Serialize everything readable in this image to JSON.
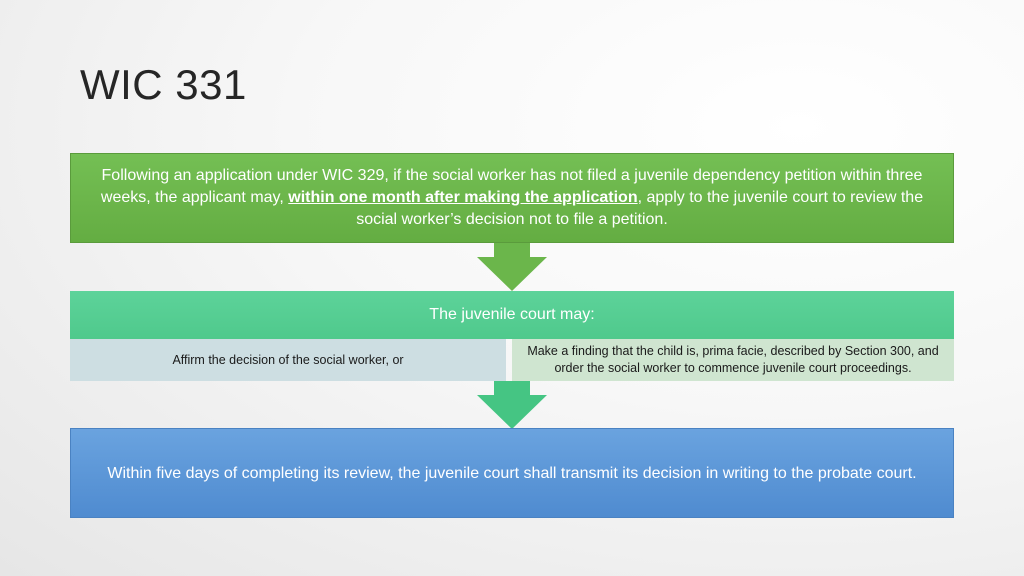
{
  "slide": {
    "title": "WIC 331"
  },
  "top_box": {
    "text_before": "Following an application under WIC 329, if the social worker has not filed a juvenile dependency petition within three weeks, the applicant may, ",
    "text_emphasis": "within one month after making the application",
    "text_after": ", apply to the juvenile court to review the social worker’s decision not to file a petition."
  },
  "middle_box": {
    "heading": "The juvenile court may:",
    "option_left": "Affirm the decision of the social worker, or",
    "option_right": "Make a finding that the child is, prima facie, described by Section 300, and order the social worker to commence juvenile court proceedings."
  },
  "bottom_box": {
    "text": "Within five days of completing its review, the juvenile court shall transmit its decision in writing to the probate court."
  },
  "colors": {
    "top_box": "#6bb64b",
    "middle_box": "#54cd92",
    "bottom_box": "#5b96d8",
    "arrow_green": "#6bb64b",
    "arrow_teal": "#45c583"
  }
}
